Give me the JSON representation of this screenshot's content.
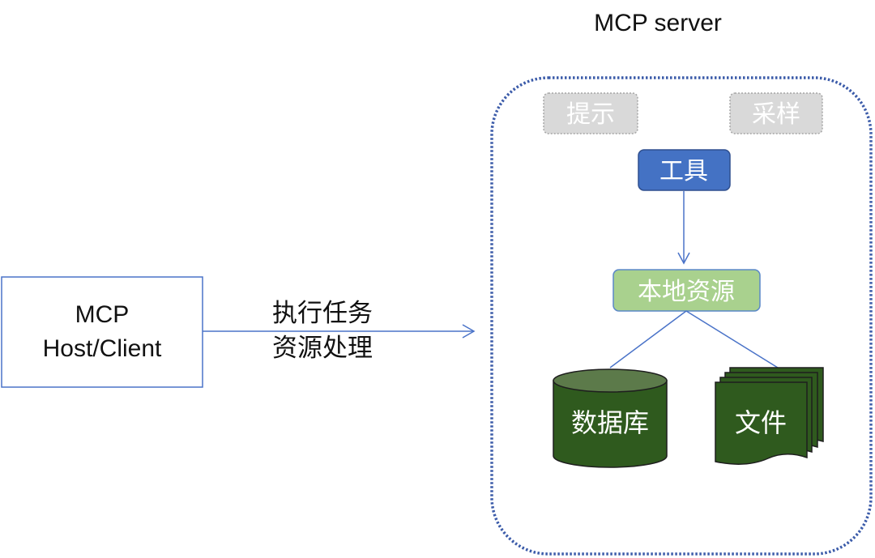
{
  "server": {
    "title": "MCP server"
  },
  "host": {
    "line1": "MCP",
    "line2": "Host/Client"
  },
  "edge": {
    "line1": "执行任务",
    "line2": "资源处理"
  },
  "nodes": {
    "prompt": "提示",
    "sampling": "采样",
    "tools": "工具",
    "local_resources": "本地资源",
    "database": "数据库",
    "files": "文件"
  },
  "colors": {
    "line_blue": "#4a73c8",
    "tools_fill": "#4472c4",
    "tools_stroke": "#2f4f8f",
    "resource_fill": "#a9d18e",
    "resource_stroke": "#5b88c8",
    "green_fill": "#2f5a1e",
    "disabled_fill": "#d9d9d9",
    "disabled_stroke": "#a6a6a6"
  }
}
